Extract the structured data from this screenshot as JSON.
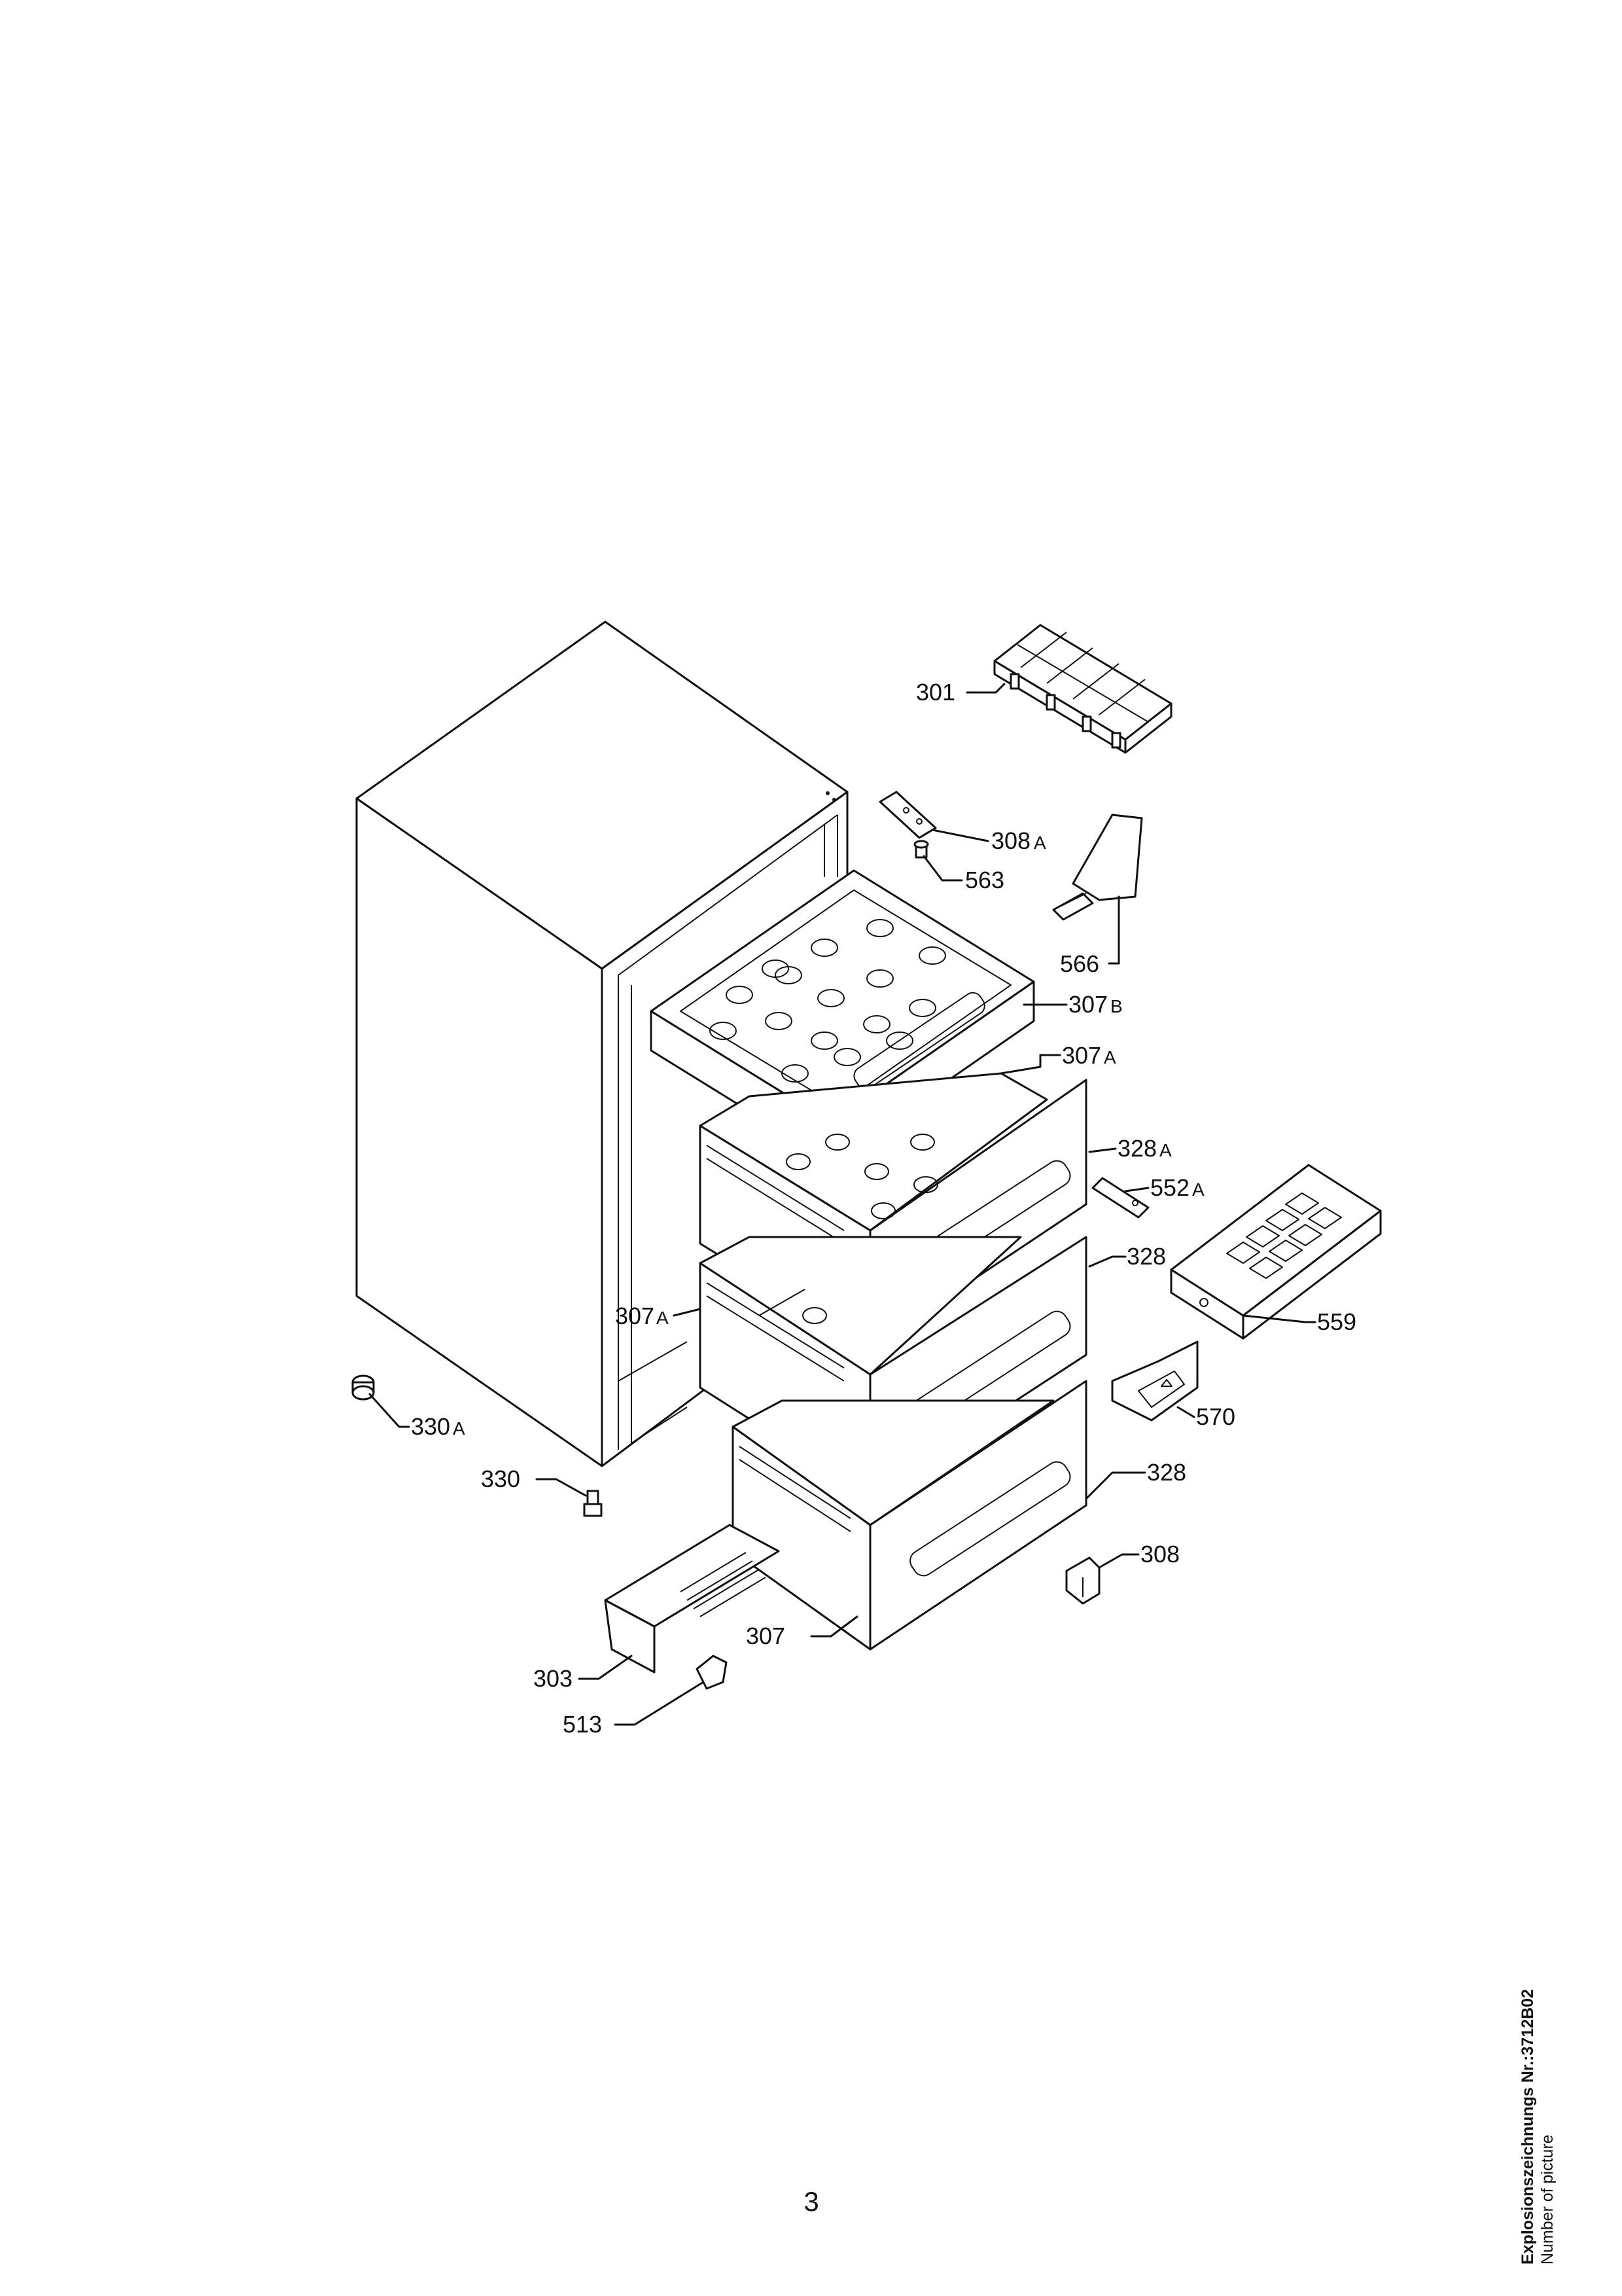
{
  "diagram": {
    "labels": {
      "l301": "301",
      "l308A": "308",
      "l308A_suffix": "A",
      "l563": "563",
      "l566": "566",
      "l307B": "307",
      "l307B_suffix": "B",
      "l307A_top": "307",
      "l307A_top_suffix": "A",
      "l328A": "328",
      "l328A_suffix": "A",
      "l552A": "552",
      "l552A_suffix": "A",
      "l328_mid": "328",
      "l559": "559",
      "l307A_left": "307",
      "l307A_left_suffix": "A",
      "l570": "570",
      "l330A": "330",
      "l330A_suffix": "A",
      "l330": "330",
      "l328_low": "328",
      "l308": "308",
      "l307": "307",
      "l303": "303",
      "l513": "513"
    }
  },
  "page_number": "3",
  "caption": {
    "title": "Explosionszeichnungs Nr.:3712B02",
    "subtitle": "Number of picture"
  }
}
